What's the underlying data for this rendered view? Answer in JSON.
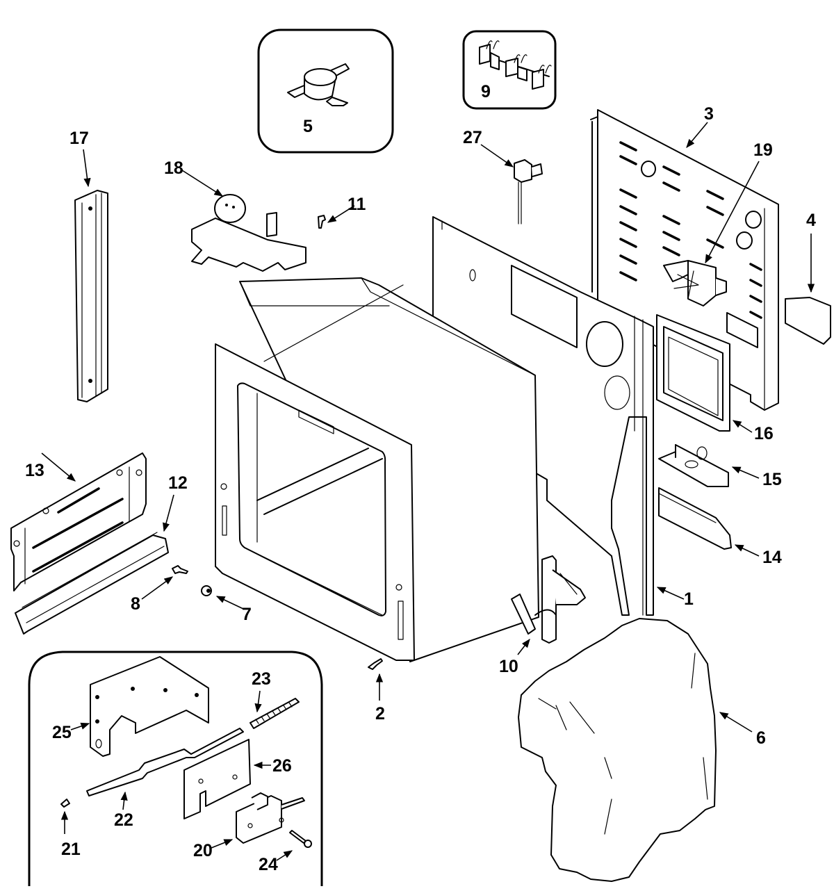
{
  "diagram": {
    "type": "exploded-parts-diagram",
    "subject": "Oven cavity / internal components",
    "callouts": [
      {
        "id": "1",
        "label": "1"
      },
      {
        "id": "2",
        "label": "2"
      },
      {
        "id": "3",
        "label": "3"
      },
      {
        "id": "4",
        "label": "4"
      },
      {
        "id": "5",
        "label": "5"
      },
      {
        "id": "6",
        "label": "6"
      },
      {
        "id": "7",
        "label": "7"
      },
      {
        "id": "8",
        "label": "8"
      },
      {
        "id": "9",
        "label": "9"
      },
      {
        "id": "10",
        "label": "10"
      },
      {
        "id": "11",
        "label": "11"
      },
      {
        "id": "12",
        "label": "12"
      },
      {
        "id": "13",
        "label": "13"
      },
      {
        "id": "14",
        "label": "14"
      },
      {
        "id": "15",
        "label": "15"
      },
      {
        "id": "16",
        "label": "16"
      },
      {
        "id": "17",
        "label": "17"
      },
      {
        "id": "18",
        "label": "18"
      },
      {
        "id": "19",
        "label": "19"
      },
      {
        "id": "20",
        "label": "20"
      },
      {
        "id": "21",
        "label": "21"
      },
      {
        "id": "22",
        "label": "22"
      },
      {
        "id": "23",
        "label": "23"
      },
      {
        "id": "24",
        "label": "24"
      },
      {
        "id": "25",
        "label": "25"
      },
      {
        "id": "26",
        "label": "26"
      },
      {
        "id": "27",
        "label": "27"
      }
    ],
    "insets": [
      {
        "name": "thermostat-inset",
        "parts": [
          "5"
        ]
      },
      {
        "name": "terminal-block-inset",
        "parts": [
          "9"
        ]
      },
      {
        "name": "door-latch-inset",
        "parts": [
          "20",
          "21",
          "22",
          "23",
          "24",
          "25",
          "26"
        ]
      }
    ]
  }
}
